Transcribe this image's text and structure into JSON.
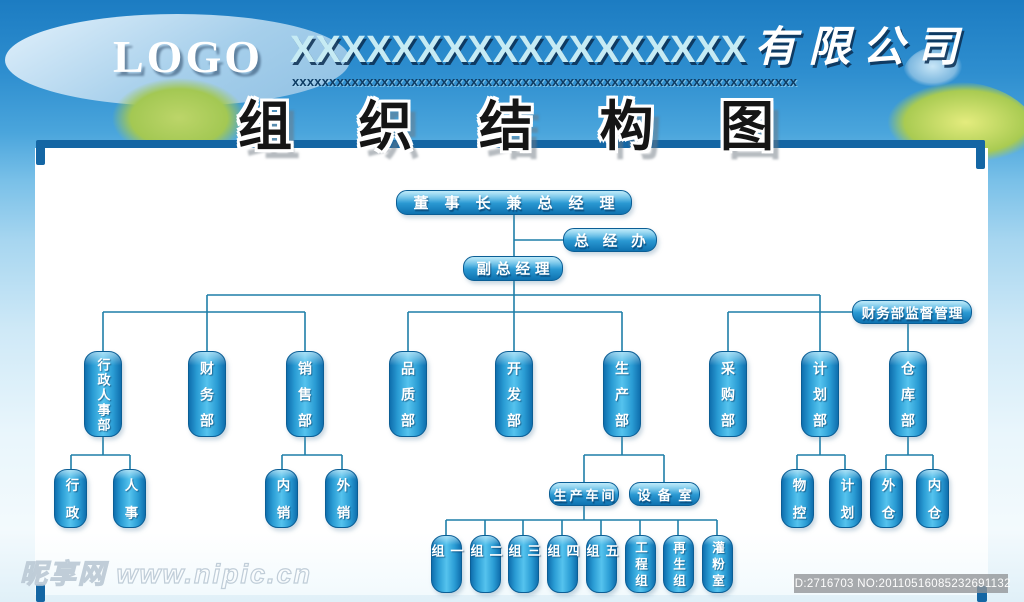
{
  "banner": {
    "logo": "LOGO",
    "company_x": "XXXXXXXXXXXXXXXXXX",
    "company_suffix": "有限公司",
    "decorative_x_row": "xxxxxxxxxxxxxxxxxxxxxxxxxxxxxxxxxxxxxxxxxxxxxxxxxxxxxxxxxxxxxxxxxxxx",
    "heading": "组织结构图",
    "heading_chars": [
      "组",
      "织",
      "结",
      "构",
      "图"
    ]
  },
  "org": {
    "root": "董事长兼总经理",
    "office": "总经办",
    "deputy": "副总经理",
    "finance_supervision": "财务部监督管理",
    "departments": [
      "行政人事部",
      "财务部",
      "销售部",
      "品质部",
      "开发部",
      "生产部",
      "采购部",
      "计划部",
      "仓库部"
    ],
    "admin_children": [
      "行政",
      "人事"
    ],
    "sales_children": [
      "内销",
      "外销"
    ],
    "production_children": [
      "生产车间",
      "设备室"
    ],
    "workshop_groups": [
      "一组",
      "二组",
      "三组",
      "四组",
      "五组",
      "工程组",
      "再生组",
      "灌粉室"
    ],
    "planning_children": [
      "物控",
      "计划"
    ],
    "warehouse_children": [
      "外仓",
      "内仓"
    ]
  },
  "watermark": {
    "site": "昵享网",
    "url": "www.nipic.cn"
  },
  "footer": {
    "id_text": "ID:2716703 NO:20110516085232691132"
  },
  "colors": {
    "banner_blue": "#1c7cc2",
    "node_blue": "#2a9cd4",
    "line": "#1f7fa8",
    "frame": "#1466a4"
  }
}
